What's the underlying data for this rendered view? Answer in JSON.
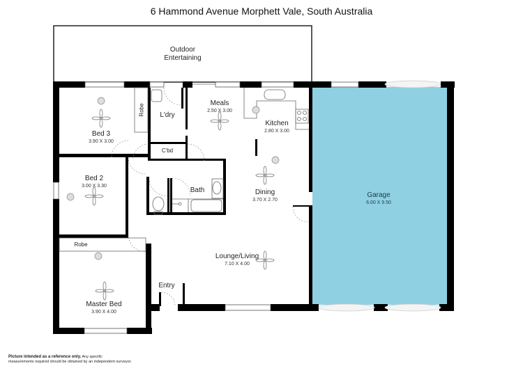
{
  "title": "6 Hammond Avenue Morphett Vale, South Australia",
  "colors": {
    "wall": "#000000",
    "garage_fill": "#8fd0e2",
    "line": "#555555",
    "background": "#ffffff"
  },
  "rooms": {
    "outdoor": {
      "name_line1": "Outdoor",
      "name_line2": "Entertaining"
    },
    "bed3": {
      "name": "Bed 3",
      "dims": "3.90 X 3.00",
      "robe": "Robe"
    },
    "laundry": {
      "name": "L'dry"
    },
    "cupboard": {
      "name": "C'bd"
    },
    "meals": {
      "name": "Meals",
      "dims": "2.50 X 3.00"
    },
    "kitchen": {
      "name": "Kitchen",
      "dims": "2.80 X 3.00"
    },
    "bed2": {
      "name": "Bed 2",
      "dims": "3.00 X 3.30"
    },
    "bath": {
      "name": "Bath"
    },
    "dining": {
      "name": "Dining",
      "dims": "3.70 X 2.70"
    },
    "garage": {
      "name": "Garage",
      "dims": "6.00 X 9.50"
    },
    "master": {
      "name": "Master Bed",
      "dims": "3.90 X 4.00",
      "robe": "Robe"
    },
    "lounge": {
      "name": "Lounge/Living",
      "dims": "7.10 X 4.00"
    },
    "entry": {
      "name": "Entry"
    }
  },
  "disclaimer": {
    "bold": "Picture intended as a reference only.",
    "rest_line1": " Any specific",
    "line2": "measurements required should be obtained by an independent surveyor."
  }
}
